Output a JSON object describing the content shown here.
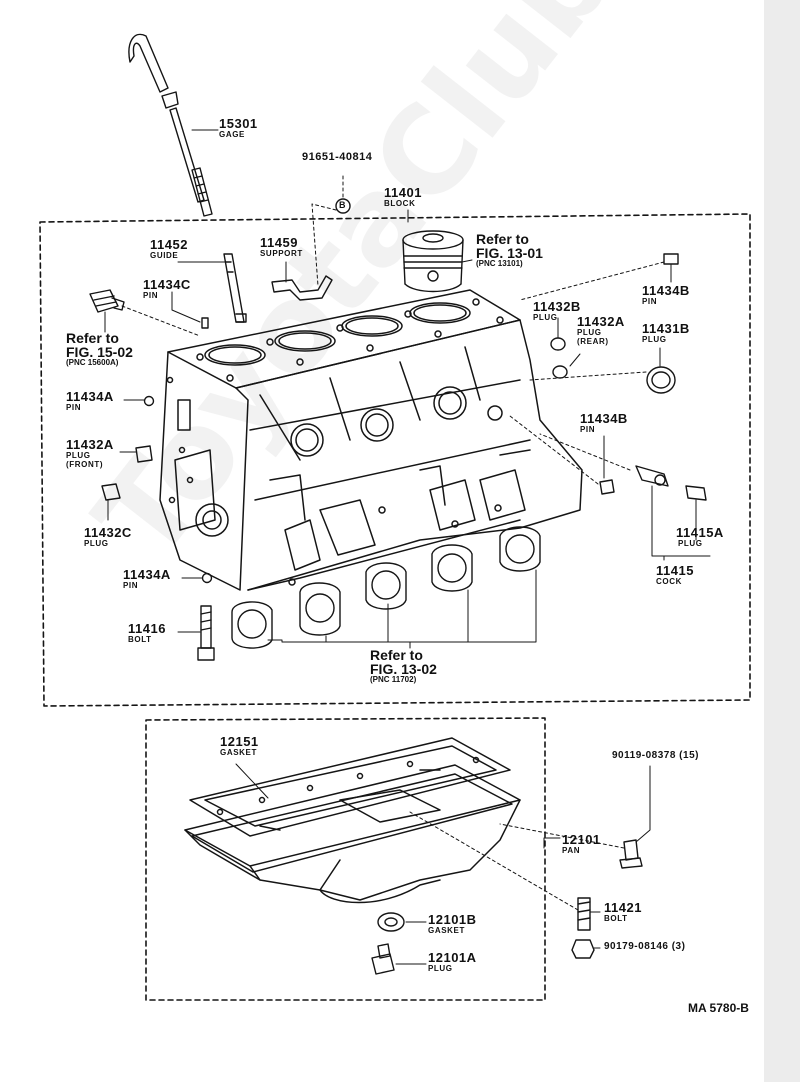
{
  "watermark": "ToyotaClub.ru",
  "diagram_code": "MA 5780-B",
  "parts": [
    {
      "id": "gage",
      "number": "15301",
      "name": "GAGE"
    },
    {
      "id": "bolt-91651",
      "number": "91651-40814",
      "callout": "B"
    },
    {
      "id": "block",
      "number": "11401",
      "name": "BLOCK"
    },
    {
      "id": "guide",
      "number": "11452",
      "name": "GUIDE"
    },
    {
      "id": "support",
      "number": "11459",
      "name": "SUPPORT"
    },
    {
      "id": "pin-c",
      "number": "11434C",
      "name": "PIN"
    },
    {
      "id": "pin-b-top",
      "number": "11434B",
      "name": "PIN"
    },
    {
      "id": "plug-b",
      "number": "11432B",
      "name": "PLUG"
    },
    {
      "id": "plug-a-rear",
      "number": "11432A",
      "name": "PLUG",
      "note": "(REAR)"
    },
    {
      "id": "plug-11431b",
      "number": "11431B",
      "name": "PLUG"
    },
    {
      "id": "pin-a-1",
      "number": "11434A",
      "name": "PIN"
    },
    {
      "id": "plug-a-front",
      "number": "11432A",
      "name": "PLUG",
      "note": "(FRONT)"
    },
    {
      "id": "plug-c",
      "number": "11432C",
      "name": "PLUG"
    },
    {
      "id": "pin-b-mid",
      "number": "11434B",
      "name": "PIN"
    },
    {
      "id": "plug-11415a",
      "number": "11415A",
      "name": "PLUG"
    },
    {
      "id": "cock",
      "number": "11415",
      "name": "COCK"
    },
    {
      "id": "pin-a-2",
      "number": "11434A",
      "name": "PIN"
    },
    {
      "id": "bolt-11416",
      "number": "11416",
      "name": "BOLT"
    },
    {
      "id": "gasket-12151",
      "number": "12151",
      "name": "GASKET"
    },
    {
      "id": "bolt-90119",
      "number": "90119-08378 (15)"
    },
    {
      "id": "pan",
      "number": "12101",
      "name": "PAN"
    },
    {
      "id": "bolt-11421",
      "number": "11421",
      "name": "BOLT"
    },
    {
      "id": "nut-90179",
      "number": "90179-08146 (3)"
    },
    {
      "id": "gasket-12101b",
      "number": "12101B",
      "name": "GASKET"
    },
    {
      "id": "plug-12101a",
      "number": "12101A",
      "name": "PLUG"
    }
  ],
  "references": [
    {
      "id": "ref-13-01",
      "refer": "Refer to",
      "fig": "FIG. 13-01",
      "pnc": "(PNC 13101)"
    },
    {
      "id": "ref-15-02",
      "refer": "Refer to",
      "fig": "FIG. 15-02",
      "pnc": "(PNC 15600A)"
    },
    {
      "id": "ref-13-02",
      "refer": "Refer to",
      "fig": "FIG. 13-02",
      "pnc": "(PNC 11702)"
    }
  ]
}
